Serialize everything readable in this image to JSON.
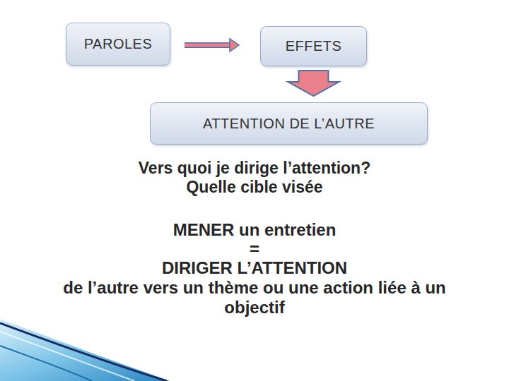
{
  "diagram": {
    "nodes": [
      {
        "text": [
          "PAROLES"
        ]
      },
      {
        "text": [
          "EFFETS"
        ]
      },
      {
        "text": [
          "ATTENTION DE L’AUTRE"
        ]
      }
    ],
    "edges": [
      {
        "from": 0,
        "to": 1,
        "arrow": "to"
      },
      {
        "from": 1,
        "to": 2,
        "arrow": "to"
      }
    ],
    "labels": [
      "Vers quoi je dirige l’attention?",
      "Quelle cible visée",
      "MENER un entretien",
      "=",
      "DIRIGER L’ATTENTION",
      "de l’autre vers un thème ou une action liée à un objectif"
    ]
  }
}
